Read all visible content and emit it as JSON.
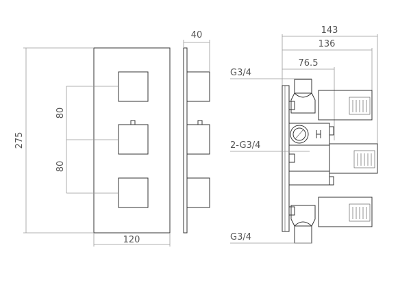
{
  "front_view": {
    "height_dim": "275",
    "spacing_dim_1": "80",
    "spacing_dim_2": "80",
    "width_dim": "120"
  },
  "side_view": {
    "depth_dim": "40"
  },
  "right_view": {
    "overall_depth_dim": "143",
    "handle_depth_dim": "136",
    "body_depth_dim": "76.5",
    "top_port_label": "G3/4",
    "middle_port_label": "2-G3/4",
    "bottom_port_label": "G3/4"
  }
}
